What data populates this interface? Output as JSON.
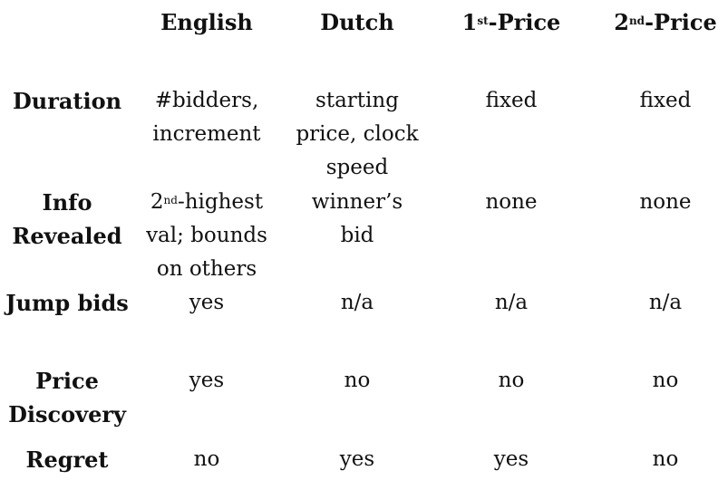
{
  "columns": [
    {
      "prefix": "English",
      "sup": "",
      "suffix": ""
    },
    {
      "prefix": "Dutch",
      "sup": "",
      "suffix": ""
    },
    {
      "prefix": "1",
      "sup": "st",
      "suffix": "-Price"
    },
    {
      "prefix": "2",
      "sup": "nd",
      "suffix": "-Price"
    }
  ],
  "rows": [
    {
      "label": [
        "Duration"
      ],
      "cells": [
        [
          "#bidders,",
          "increment"
        ],
        [
          "starting",
          "price, clock",
          "speed"
        ],
        [
          "fixed"
        ],
        [
          "fixed"
        ]
      ]
    },
    {
      "label": [
        "Info",
        "Revealed"
      ],
      "cells": [
        [
          "2|nd|-highest",
          "val; bounds",
          "on others"
        ],
        [
          "winner’s",
          "bid"
        ],
        [
          "none"
        ],
        [
          "none"
        ]
      ]
    },
    {
      "label": [
        "Jump bids"
      ],
      "cells": [
        [
          "yes"
        ],
        [
          "n/a"
        ],
        [
          "n/a"
        ],
        [
          "n/a"
        ]
      ]
    },
    {
      "label": [
        "Price",
        "Discovery"
      ],
      "cells": [
        [
          "yes"
        ],
        [
          "no"
        ],
        [
          "no"
        ],
        [
          "no"
        ]
      ]
    },
    {
      "label": [
        "Regret"
      ],
      "cells": [
        [
          "no"
        ],
        [
          "yes"
        ],
        [
          "yes"
        ],
        [
          "no"
        ]
      ]
    }
  ]
}
